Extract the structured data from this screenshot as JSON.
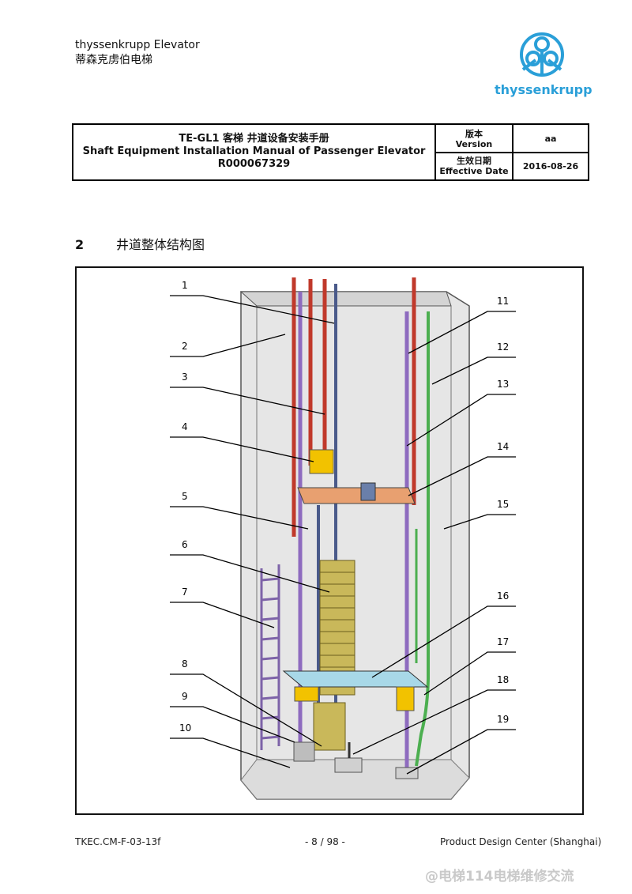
{
  "header": {
    "company_en": "thyssenkrupp Elevator",
    "company_cn": "蒂森克虏伯电梯",
    "logo_text": "thyssenkrupp"
  },
  "doc_table": {
    "title_cn": "TE-GL1 客梯  井道设备安装手册",
    "title_en": "Shaft Equipment Installation Manual of Passenger Elevator",
    "doc_no": "R000067329",
    "version_label_cn": "版本",
    "version_label_en": "Version",
    "version_value": "aa",
    "date_label_cn": "生效日期",
    "date_label_en": "Effective Date",
    "date_value": "2016-08-26"
  },
  "section": {
    "number": "2",
    "title": "井道整体结构图"
  },
  "diagram": {
    "callouts": [
      "1",
      "2",
      "3",
      "4",
      "5",
      "6",
      "7",
      "8",
      "9",
      "10",
      "11",
      "12",
      "13",
      "14",
      "15",
      "16",
      "17",
      "18",
      "19"
    ]
  },
  "footer": {
    "left": "TKEC.CM-F-03-13f",
    "center": "- 8 / 98 -",
    "right": "Product Design Center (Shanghai)"
  },
  "watermark": "@电梯114电梯维修交流"
}
